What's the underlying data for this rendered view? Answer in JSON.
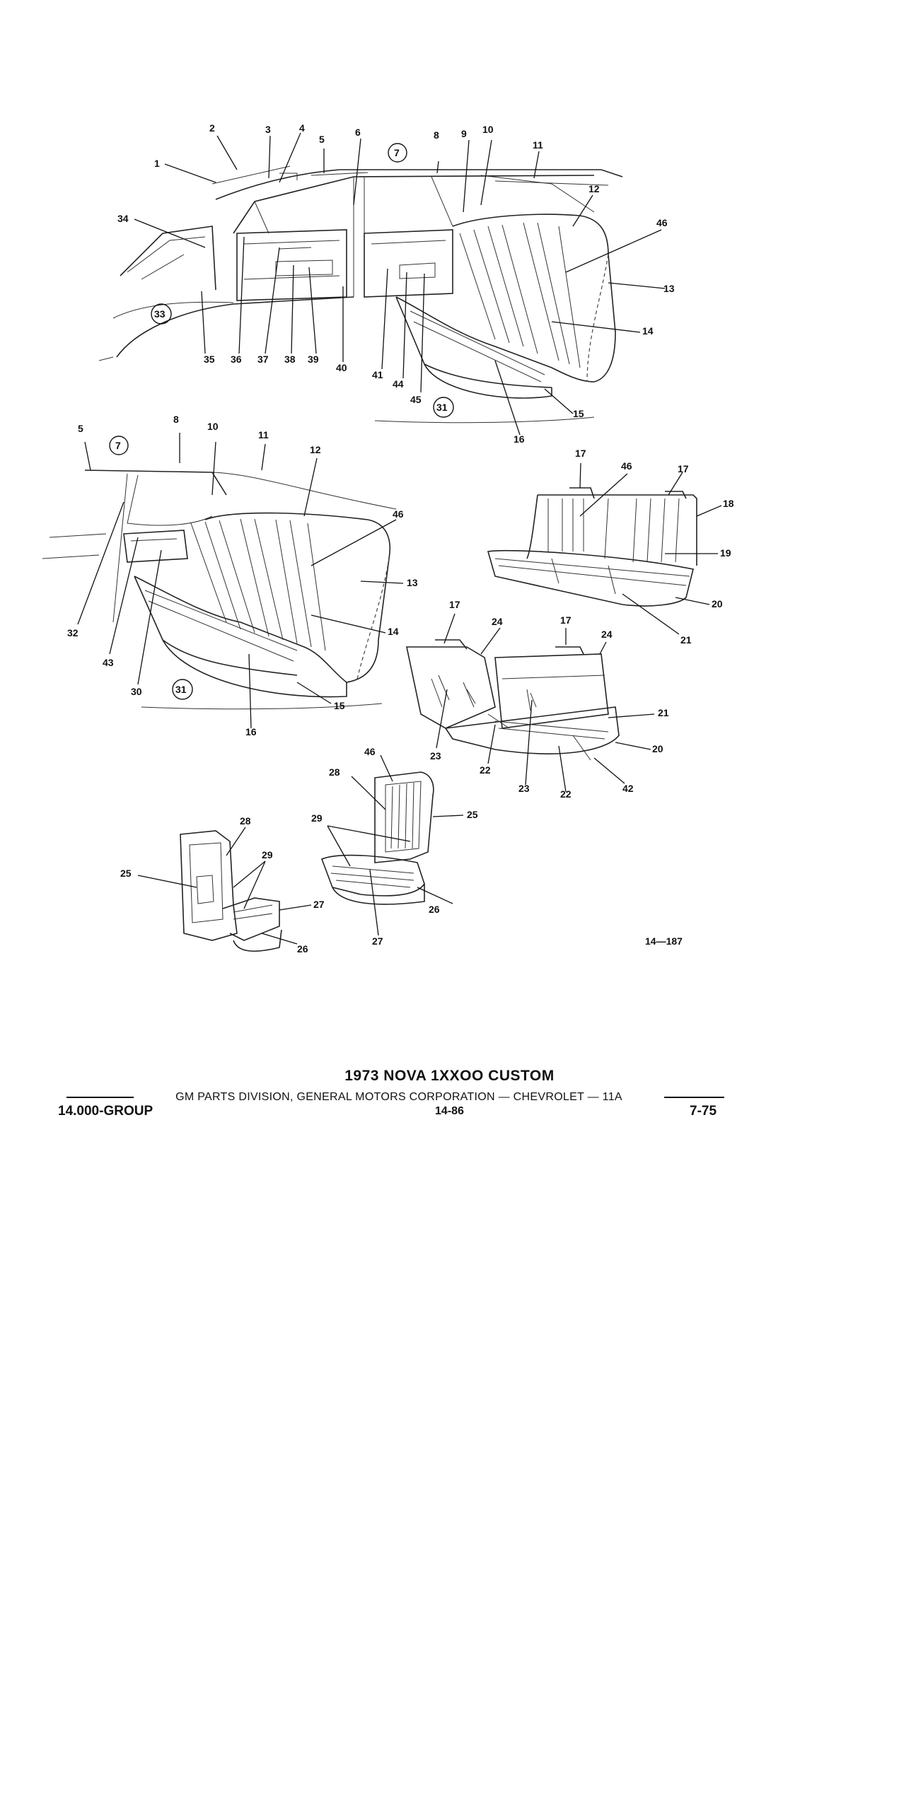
{
  "figure_code": "14—187",
  "footer": {
    "title": "1973 NOVA 1XXOO CUSTOM",
    "division": "GM PARTS DIVISION, GENERAL MOTORS CORPORATION — CHEVROLET — 11A",
    "group": "14.000-GROUP",
    "page": "14-86",
    "date": "7-75"
  },
  "callouts": {
    "top": [
      "1",
      "2",
      "3",
      "4",
      "5",
      "6",
      "7",
      "8",
      "9",
      "10",
      "11",
      "12",
      "13",
      "14",
      "15",
      "16",
      "31",
      "33",
      "34",
      "35",
      "36",
      "37",
      "38",
      "39",
      "40",
      "41",
      "44",
      "45",
      "46"
    ],
    "middle_left": [
      "5",
      "7",
      "8",
      "10",
      "11",
      "12",
      "46",
      "13",
      "14",
      "15",
      "16",
      "31",
      "30",
      "32",
      "43"
    ],
    "middle_right": [
      "17",
      "46",
      "17",
      "18",
      "19",
      "20",
      "21",
      "17",
      "24",
      "17",
      "24",
      "21",
      "20",
      "42",
      "22",
      "23",
      "22",
      "23"
    ],
    "bottom": [
      "28",
      "29",
      "25",
      "27",
      "26",
      "46",
      "28",
      "29",
      "25",
      "26",
      "27"
    ]
  }
}
